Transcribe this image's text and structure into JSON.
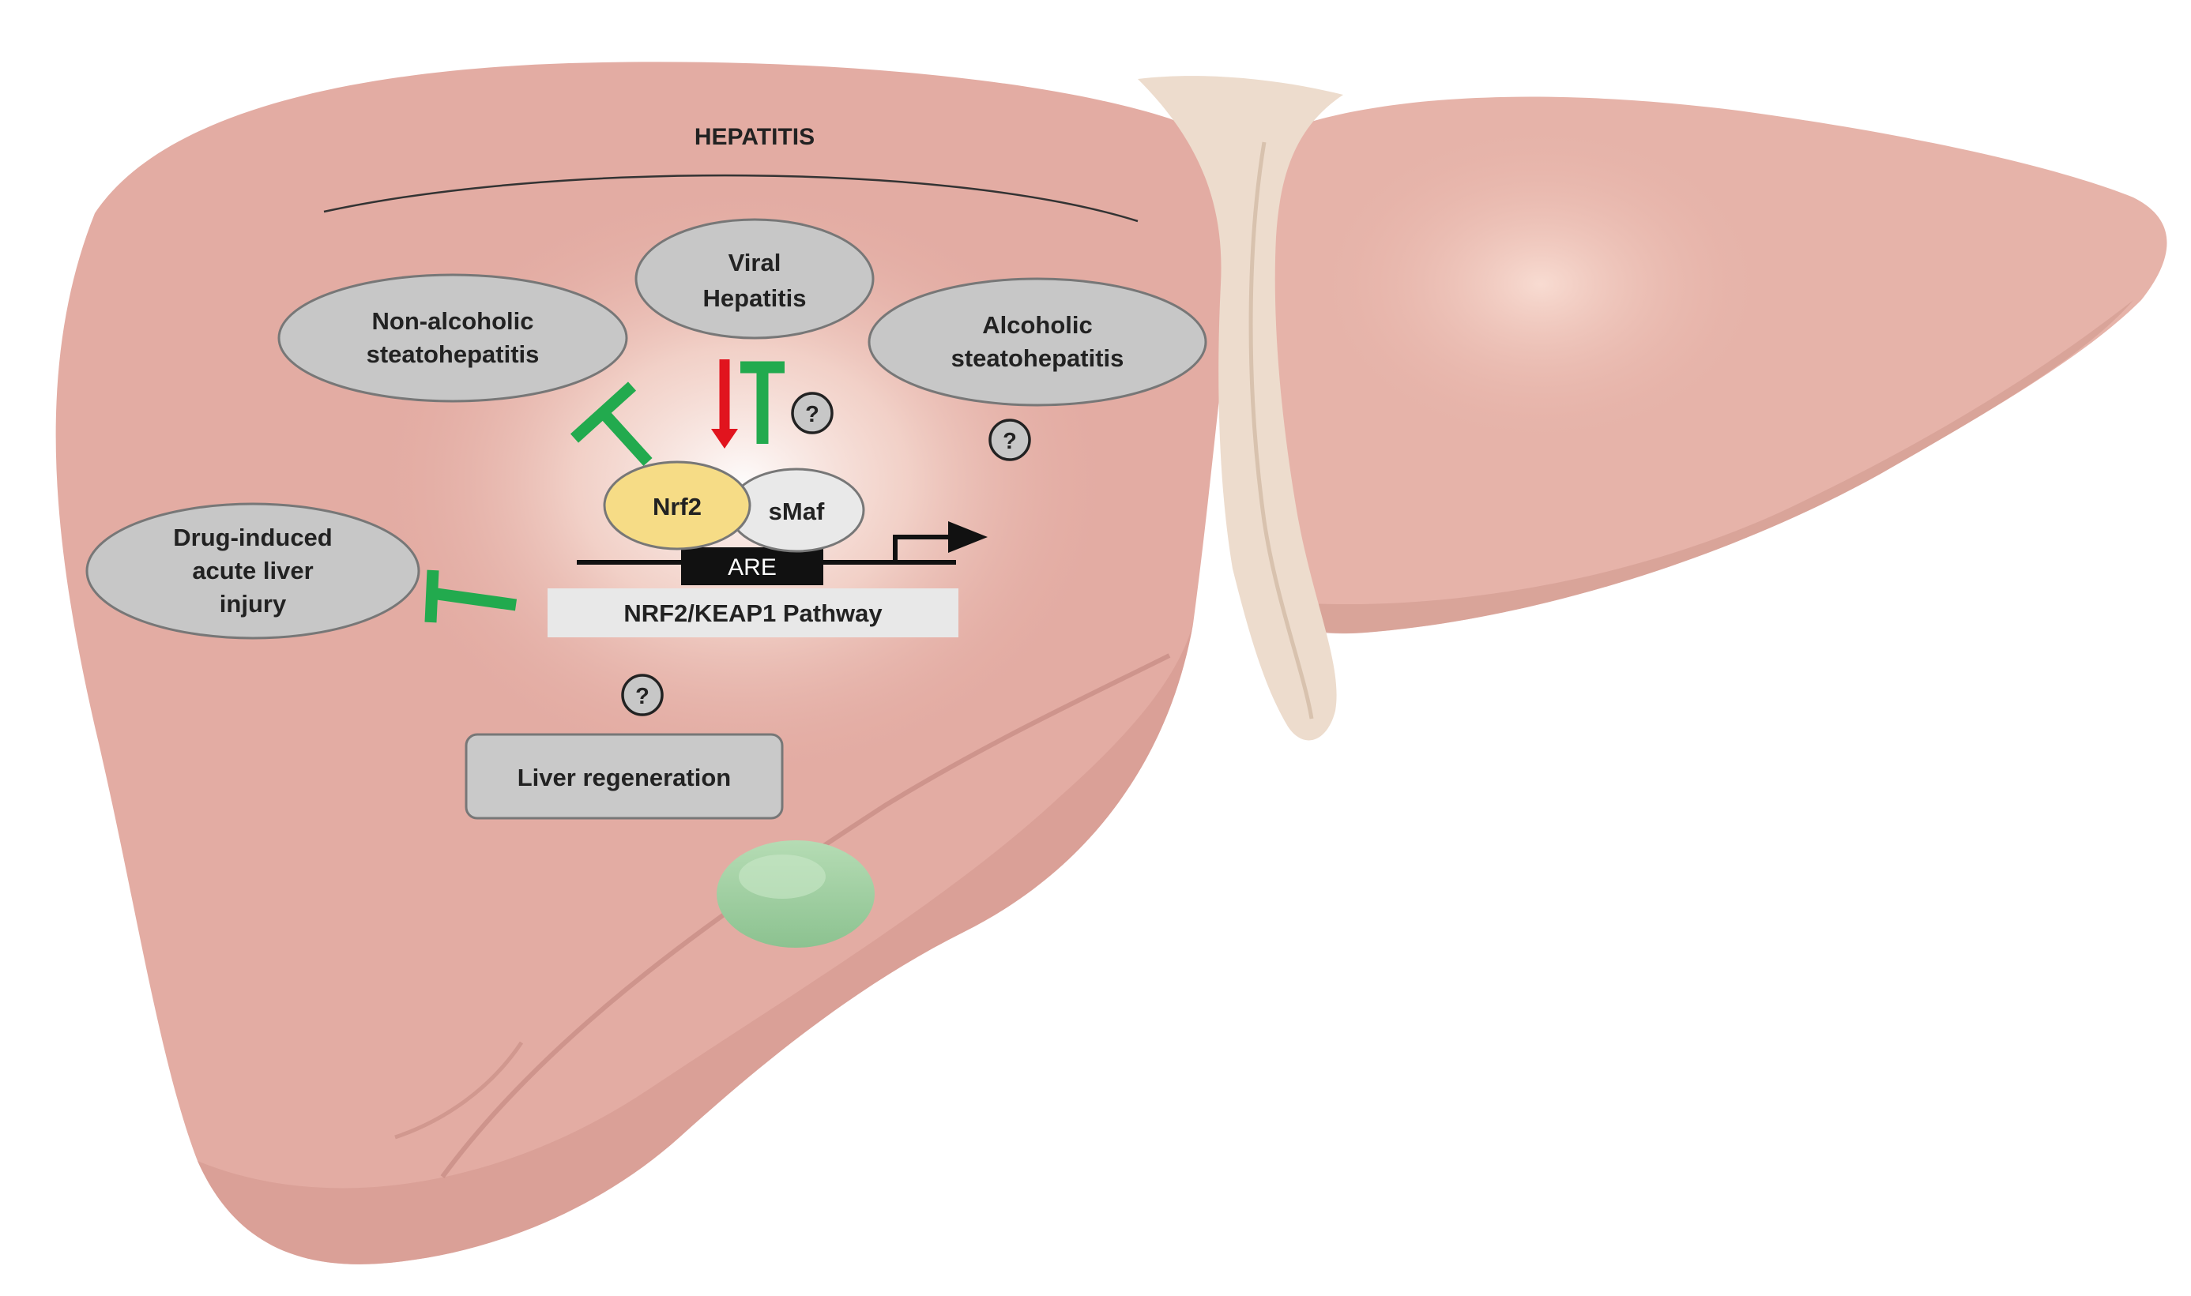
{
  "title": "HEPATITIS",
  "conditions": {
    "viral": [
      "Viral",
      "Hepatitis"
    ],
    "nash": [
      "Non-alcoholic",
      "steatohepatitis"
    ],
    "ash": [
      "Alcoholic",
      "steatohepatitis"
    ],
    "dili": [
      "Drug-induced",
      "acute liver",
      "injury"
    ]
  },
  "regeneration": "Liver regeneration",
  "nrf2": "Nrf2",
  "smaf": "sMaf",
  "are": "ARE",
  "pathway": "NRF2/KEAP1 Pathway",
  "unknown_marker": "?",
  "colors": {
    "liver": "#e3aca3",
    "liver_shadow": "#c98e86",
    "ligament": "#eddccd",
    "gallbladder": "#9ccf9f",
    "bubble": "#c7c7c7",
    "bubble_stroke": "#777777",
    "nrf2": "#f6dc86",
    "smaf": "#e9e9e9",
    "inhibit": "#22aa4e",
    "activate": "#e1141e",
    "pathway_bar": "#e8e8e8"
  }
}
